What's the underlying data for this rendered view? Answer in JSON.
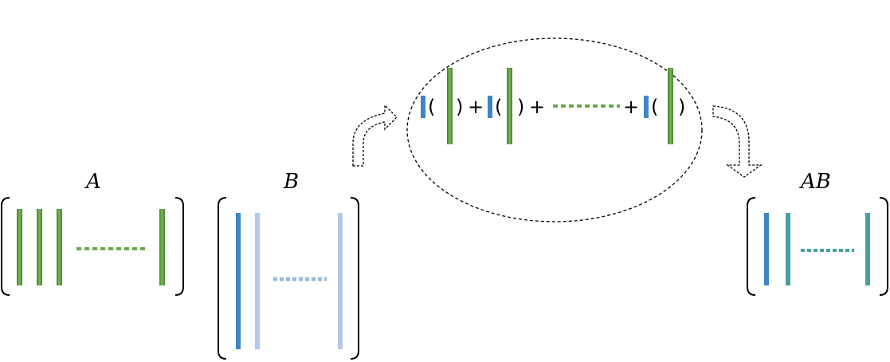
{
  "labels": {
    "a": "A",
    "b": "B",
    "ab": "AB"
  },
  "expression": {
    "open_paren": "(",
    "close_paren": ")",
    "plus": "+"
  },
  "colors": {
    "green": "#6aa84f",
    "green_dark": "#4b7f34",
    "blue": "#3d85c6",
    "light_blue": "#b4c7e7",
    "teal": "#45a0a0",
    "dash": "#333333"
  }
}
